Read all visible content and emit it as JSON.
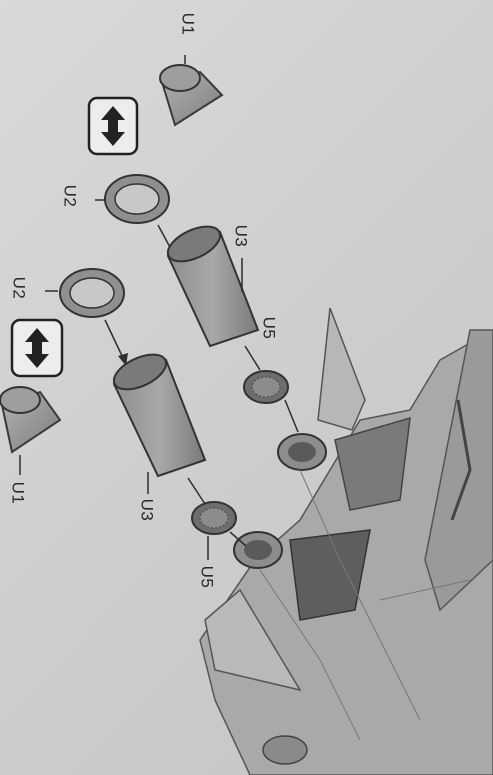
{
  "callouts": {
    "u1_top": "U1",
    "u2_upper": "U2",
    "u3_upper": "U3",
    "u5_upper": "U5",
    "u2_lower": "U2",
    "u1_bottom": "U1",
    "u3_lower": "U3",
    "u5_lower": "U5"
  },
  "icons": {
    "reversible_upper": "double-arrow-icon",
    "reversible_lower": "double-arrow-icon"
  },
  "colors": {
    "paper": "#d4d4d4",
    "part": "#9c9c9c",
    "part_dark": "#6e6e6e",
    "line": "#2e2e2e"
  }
}
